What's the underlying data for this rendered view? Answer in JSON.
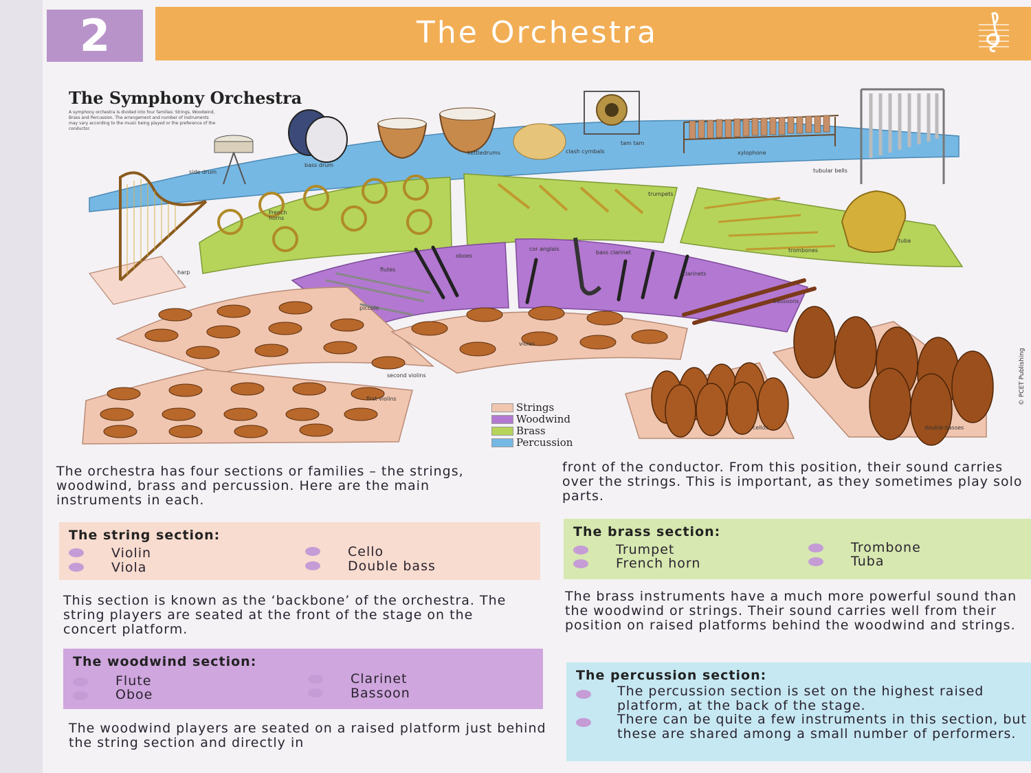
{
  "header": {
    "chapter_number": "2",
    "title": "The Orchestra"
  },
  "diagram": {
    "title": "The Symphony Orchestra",
    "caption": "A symphony orchestra is divided into four families: Strings, Woodwind, Brass and Percussion. The arrangement and number of instruments may vary according to the music being played or the preference of the conductor.",
    "labels": {
      "side_drum": "side drum",
      "bass_drum": "bass drum",
      "kettledrums": "kettledrums",
      "clash_cymbals": "clash cymbals",
      "tam_tam": "tam tam",
      "xylophone": "xylophone",
      "tubular_bells": "tubular bells",
      "french_horns": "French horns",
      "trumpets": "trumpets",
      "trombones": "trombones",
      "tuba": "tuba",
      "harp": "harp",
      "oboes": "oboes",
      "flutes": "flutes",
      "piccolo": "piccolo",
      "cor_anglais": "cor anglais",
      "bass_clarinet": "bass clarinet",
      "clarinets": "clarinets",
      "bassoons": "bassoons",
      "violas": "violas",
      "second_violins": "second violins",
      "first_violins": "first violins",
      "cellos": "cellos",
      "double_basses": "double basses"
    },
    "legend": [
      {
        "label": "Strings",
        "color": "#f1c6b0"
      },
      {
        "label": "Woodwind",
        "color": "#b378d1"
      },
      {
        "label": "Brass",
        "color": "#b6d45a"
      },
      {
        "label": "Percussion",
        "color": "#76b8e4"
      }
    ],
    "copyright": "© PCET Publishing"
  },
  "intro": "The orchestra has four sections or families – the strings, woodwind, brass and percussion. Here are the main instruments in each.",
  "string_section": {
    "title": "The string section:",
    "items": [
      "Violin",
      "Viola",
      "Cello",
      "Double bass"
    ],
    "text": "This section is known as the ‘backbone’ of the orchestra. The string players are seated at the front of the stage on the concert platform."
  },
  "woodwind_section": {
    "title": "The woodwind section:",
    "items": [
      "Flute",
      "Oboe",
      "Clarinet",
      "Bassoon"
    ],
    "text": "The woodwind players are seated on a raised platform just behind the string section and directly in"
  },
  "woodwind_continued": "front of the conductor. From this position, their sound carries over the strings. This is important, as they sometimes play solo parts.",
  "brass_section": {
    "title": "The brass section:",
    "items": [
      "Trumpet",
      "French horn",
      "Trombone",
      "Tuba"
    ],
    "text": "The brass instruments have a much more powerful sound than the woodwind or strings. Their sound carries well from their position on raised platforms behind the woodwind and strings."
  },
  "percussion_section": {
    "title": "The percussion section:",
    "items": [
      "The percussion section is set on the highest raised platform, at the back of the stage.",
      "There can be quite a few instruments in this section, but these are shared among a small number of performers."
    ]
  }
}
